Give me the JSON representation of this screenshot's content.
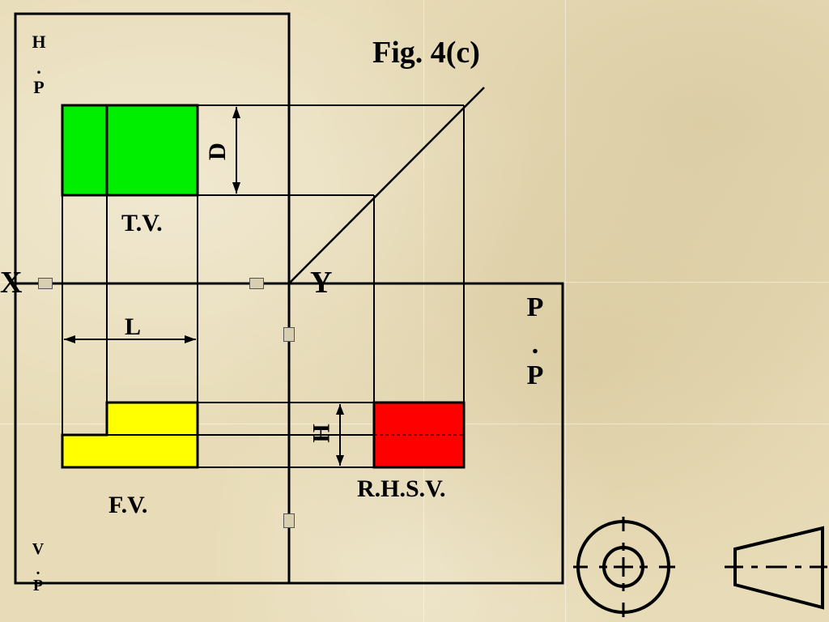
{
  "figure": {
    "title": "Fig. 4(c)"
  },
  "planes": {
    "hp": [
      "H",
      ".",
      "P"
    ],
    "vp": [
      "V",
      ".",
      "P"
    ],
    "pp": [
      "P",
      ".",
      "P"
    ]
  },
  "ref_line": {
    "left_label": "X",
    "right_label": "Y"
  },
  "views": {
    "top_view": "T.V.",
    "front_view": "F.V.",
    "side_view": "R.H.S.V."
  },
  "dimensions": {
    "depth": "D",
    "length": "L",
    "height": "H"
  },
  "colors": {
    "top_view_fill": "#00ee00",
    "front_view_fill": "#ffff00",
    "side_view_fill": "#ff0000",
    "line": "#000000",
    "background": "#e8dcb8"
  },
  "symbols": [
    "first-angle-projection-symbol"
  ]
}
